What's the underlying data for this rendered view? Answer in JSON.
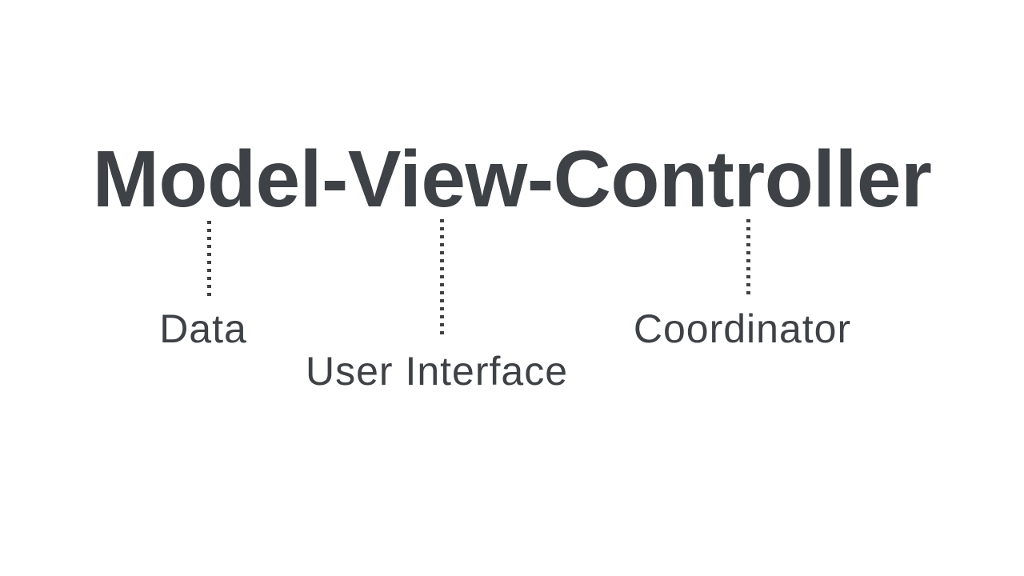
{
  "colors": {
    "background": "#ffffff",
    "ink": "#3e4145"
  },
  "title": {
    "text": "Model-View-Controller"
  },
  "annotations": [
    {
      "label": "Data"
    },
    {
      "label": "User Interface"
    },
    {
      "label": "Coordinator"
    }
  ]
}
